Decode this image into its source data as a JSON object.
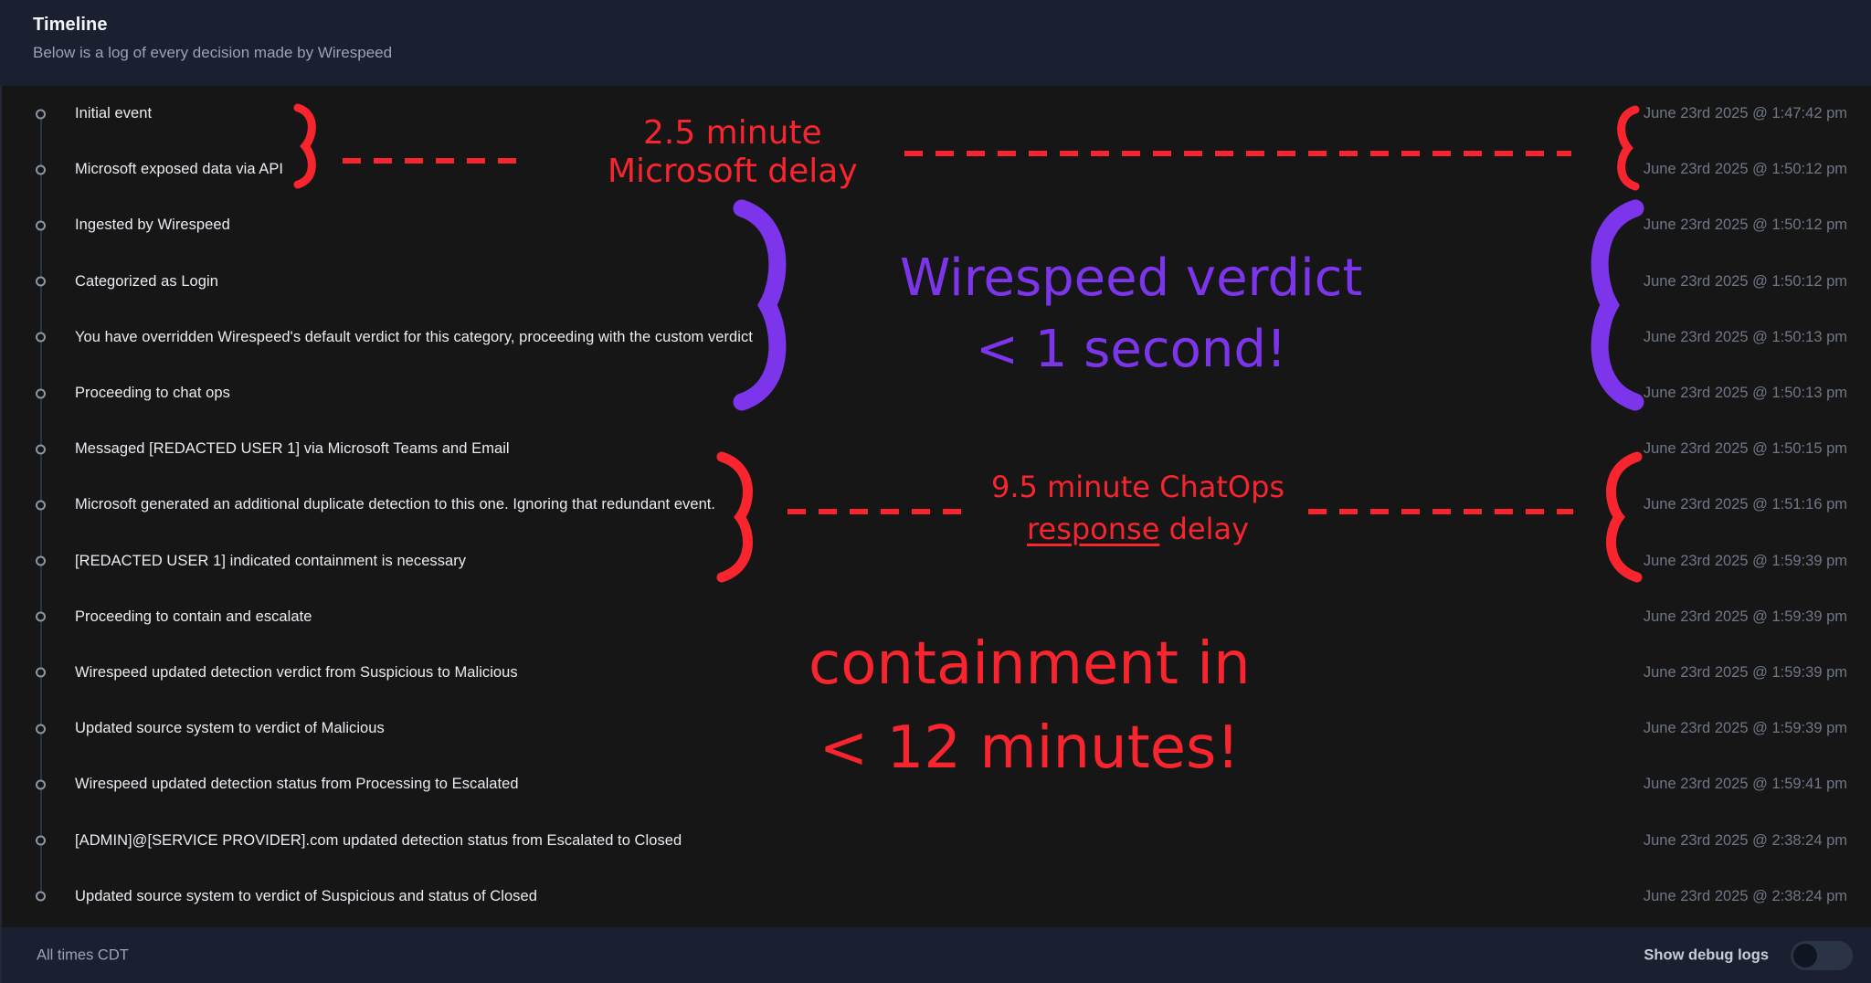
{
  "header": {
    "title": "Timeline",
    "subtitle": "Below is a log of every decision made by Wirespeed"
  },
  "timeline": {
    "rows": [
      {
        "event": "Initial event",
        "timestamp": "June 23rd 2025 @ 1:47:42 pm"
      },
      {
        "event": "Microsoft exposed data via API",
        "timestamp": "June 23rd 2025 @ 1:50:12 pm"
      },
      {
        "event": "Ingested by Wirespeed",
        "timestamp": "June 23rd 2025 @ 1:50:12 pm"
      },
      {
        "event": "Categorized as Login",
        "timestamp": "June 23rd 2025 @ 1:50:12 pm"
      },
      {
        "event": "You have overridden Wirespeed's default verdict for this category, proceeding with the custom verdict",
        "timestamp": "June 23rd 2025 @ 1:50:13 pm"
      },
      {
        "event": "Proceeding to chat ops",
        "timestamp": "June 23rd 2025 @ 1:50:13 pm"
      },
      {
        "event": "Messaged [REDACTED USER 1] via Microsoft Teams and Email",
        "timestamp": "June 23rd 2025 @ 1:50:15 pm"
      },
      {
        "event": "Microsoft generated an additional duplicate detection to this one. Ignoring that redundant event.",
        "timestamp": "June 23rd 2025 @ 1:51:16 pm"
      },
      {
        "event": "[REDACTED USER 1] indicated containment is necessary",
        "timestamp": "June 23rd 2025 @ 1:59:39 pm"
      },
      {
        "event": "Proceeding to contain and escalate",
        "timestamp": "June 23rd 2025 @ 1:59:39 pm"
      },
      {
        "event": "Wirespeed updated detection verdict from Suspicious to Malicious",
        "timestamp": "June 23rd 2025 @ 1:59:39 pm"
      },
      {
        "event": "Updated source system to verdict of Malicious",
        "timestamp": "June 23rd 2025 @ 1:59:39 pm"
      },
      {
        "event": "Wirespeed updated detection status from Processing to Escalated",
        "timestamp": "June 23rd 2025 @ 1:59:41 pm"
      },
      {
        "event": "[ADMIN]@[SERVICE PROVIDER].com updated detection status from Escalated to Closed",
        "timestamp": "June 23rd 2025 @ 2:38:24 pm"
      },
      {
        "event": "Updated source system to verdict of Suspicious and status of Closed",
        "timestamp": "June 23rd 2025 @ 2:38:24 pm"
      }
    ]
  },
  "footer": {
    "timezone_note": "All times CDT",
    "debug_label": "Show debug logs",
    "debug_enabled": false
  },
  "annotations": {
    "microsoft_delay": {
      "line1": "2.5 minute",
      "line2": "Microsoft delay",
      "color": "#f8252f"
    },
    "wirespeed_verdict": {
      "line1": "Wirespeed verdict",
      "line2": "< 1 second!",
      "color": "#7d35ec"
    },
    "chatops_delay": {
      "line1": "9.5 minute ChatOps",
      "line2_underlined": "response",
      "line2_rest": " delay",
      "color": "#f8252f"
    },
    "containment": {
      "line1": "containment in",
      "line2": "< 12 minutes!",
      "color": "#f8252f"
    }
  },
  "colors": {
    "background": "#141414",
    "panel": "#161616",
    "header_bg": "#1b2030",
    "accent_red": "#f8252f",
    "accent_purple": "#7d35ec",
    "text_primary": "#e9ecf1",
    "text_muted": "#6f7787"
  }
}
